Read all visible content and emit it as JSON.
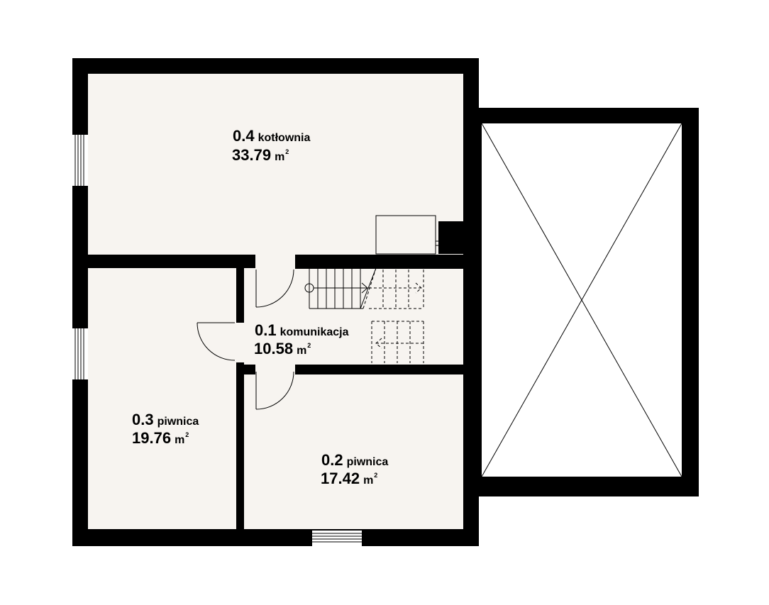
{
  "rooms": [
    {
      "id": "kotlownia",
      "number": "0.4",
      "name": "kotłownia",
      "area": "33.79",
      "unit": "m",
      "unit_sup": "2"
    },
    {
      "id": "komunikacja",
      "number": "0.1",
      "name": "komunikacja",
      "area": "10.58",
      "unit": "m",
      "unit_sup": "2"
    },
    {
      "id": "piwnica-3",
      "number": "0.3",
      "name": "piwnica",
      "area": "19.76",
      "unit": "m",
      "unit_sup": "2"
    },
    {
      "id": "piwnica-2",
      "number": "0.2",
      "name": "piwnica",
      "area": "17.42",
      "unit": "m",
      "unit_sup": "2"
    }
  ],
  "colors": {
    "wall": "#000000",
    "floor": "#f7f4f0",
    "line": "#000000"
  }
}
